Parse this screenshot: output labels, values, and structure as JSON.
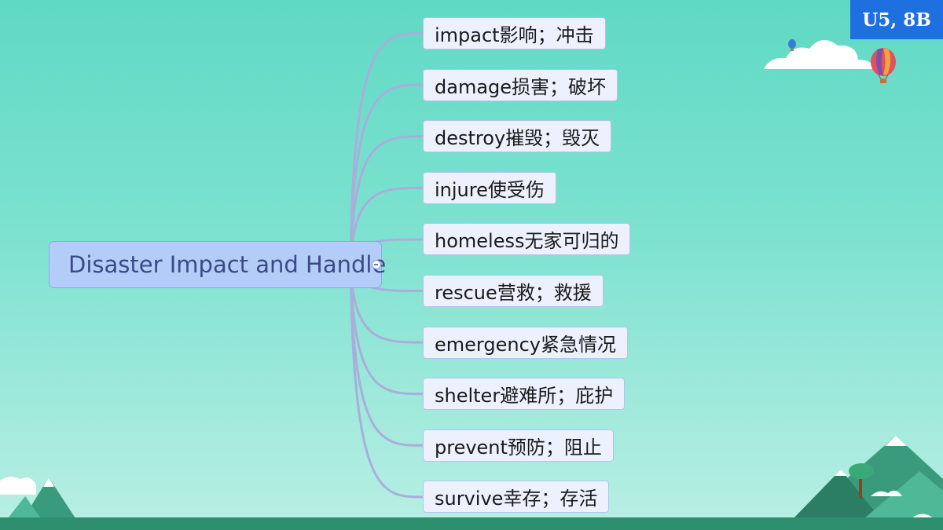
{
  "badge": "U5, 8B",
  "mindmap": {
    "central": "Disaster Impact and Handle",
    "branches": [
      "impact影响；冲击",
      "damage损害；破坏",
      "destroy摧毁；毁灭",
      "injure使受伤",
      "homeless无家可归的",
      "rescue营救；救援",
      "emergency紧急情况",
      "shelter避难所；庇护",
      "prevent预防；阻止",
      "survive幸存；存活"
    ]
  },
  "colors": {
    "background_top": "#5fd9c4",
    "central_fill": "#b3cdf8",
    "node_fill": "#ecf1fd",
    "connector": "#a9aedb",
    "badge": "#1e6fe0"
  },
  "icons": [
    "cloud-icon",
    "hot-air-balloon-icon",
    "mountain-icon",
    "tree-icon"
  ]
}
